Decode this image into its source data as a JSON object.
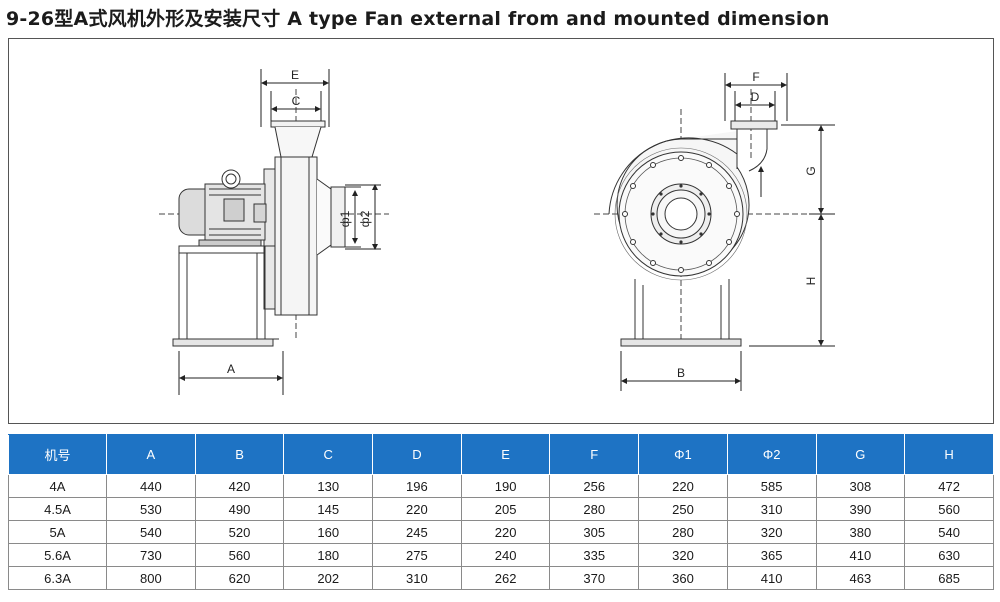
{
  "title": "9-26型A式风机外形及安装尺寸 A type Fan external from and mounted dimension",
  "drawing": {
    "side_labels": {
      "E": "E",
      "C": "C",
      "phi1": "ф1",
      "phi2": "ф2",
      "A": "A"
    },
    "front_labels": {
      "F": "F",
      "D": "D",
      "G": "G",
      "H": "H",
      "B": "B"
    }
  },
  "table": {
    "headers": [
      "机号",
      "A",
      "B",
      "C",
      "D",
      "E",
      "F",
      "Φ1",
      "Φ2",
      "G",
      "H"
    ],
    "rows": [
      [
        "4A",
        "440",
        "420",
        "130",
        "196",
        "190",
        "256",
        "220",
        "585",
        "308",
        "472"
      ],
      [
        "4.5A",
        "530",
        "490",
        "145",
        "220",
        "205",
        "280",
        "250",
        "310",
        "390",
        "560"
      ],
      [
        "5A",
        "540",
        "520",
        "160",
        "245",
        "220",
        "305",
        "280",
        "320",
        "380",
        "540"
      ],
      [
        "5.6A",
        "730",
        "560",
        "180",
        "275",
        "240",
        "335",
        "320",
        "365",
        "410",
        "630"
      ],
      [
        "6.3A",
        "800",
        "620",
        "202",
        "310",
        "262",
        "370",
        "360",
        "410",
        "463",
        "685"
      ]
    ]
  }
}
